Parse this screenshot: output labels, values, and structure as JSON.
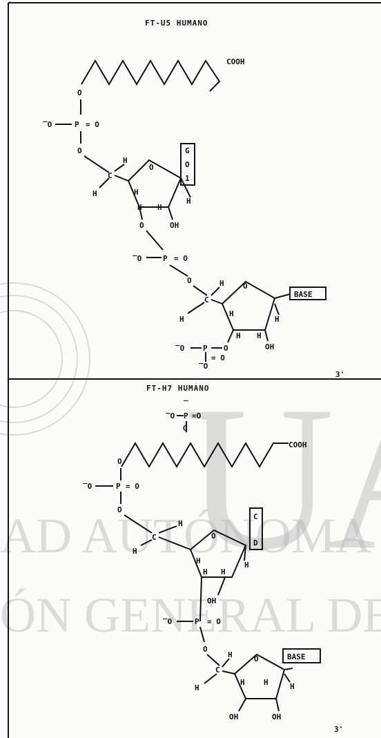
{
  "panel_top": {
    "title": "FT-U5 HUMANO",
    "cooh": "COOH",
    "phosphate": {
      "o_minus": "O",
      "p": "P",
      "eq_o": "= O",
      "o_top": "O",
      "o_bottom": "O"
    },
    "base_box": [
      "G",
      "O",
      "1"
    ],
    "h_labels": "H",
    "oh": "OH",
    "base_label": "BASE",
    "corner": "3'"
  },
  "panel_bottom": {
    "title": "FT-H7 HUMANO",
    "cooh": "COOH",
    "base_box": [
      "C",
      "",
      "D"
    ],
    "h_labels": "H",
    "oh": "OH",
    "base_label": "BASE",
    "corner": "3'"
  },
  "watermark": {
    "letters": "UAN",
    "line1": "AD AUTÓNOMA DE N",
    "line2": "ÓN GENERAL DE BIBL"
  }
}
